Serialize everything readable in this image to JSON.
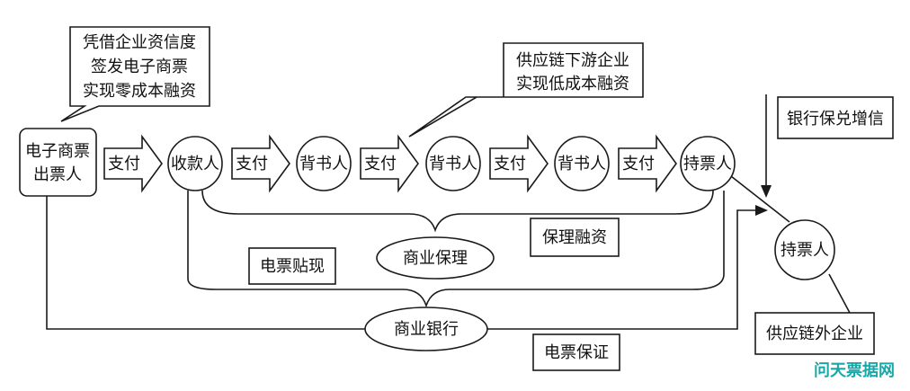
{
  "issuer": {
    "line1": "电子商票",
    "line2": "出票人"
  },
  "issuer_callout": {
    "line1": "凭借企业资信度",
    "line2": "签发电子商票",
    "line3": "实现零成本融资"
  },
  "payee": "收款人",
  "endorsers": [
    "背书人",
    "背书人",
    "背书人"
  ],
  "holder_main": "持票人",
  "pay_label": "支付",
  "supply_callout": {
    "line1": "供应链下游企业",
    "line2": "实现低成本融资"
  },
  "bank_guarantee": "银行保兑增信",
  "holder_outside": "持票人",
  "outside_label": "供应链外企业",
  "factoring_financing": "保理融资",
  "commercial_factoring": "商业保理",
  "discount": "电票贴现",
  "commercial_bank": "商业银行",
  "guarantee": "电票保证",
  "watermark": "问天票据网",
  "colors": {
    "line": "#1a1a1a",
    "watermark": "#1aa7a7"
  }
}
